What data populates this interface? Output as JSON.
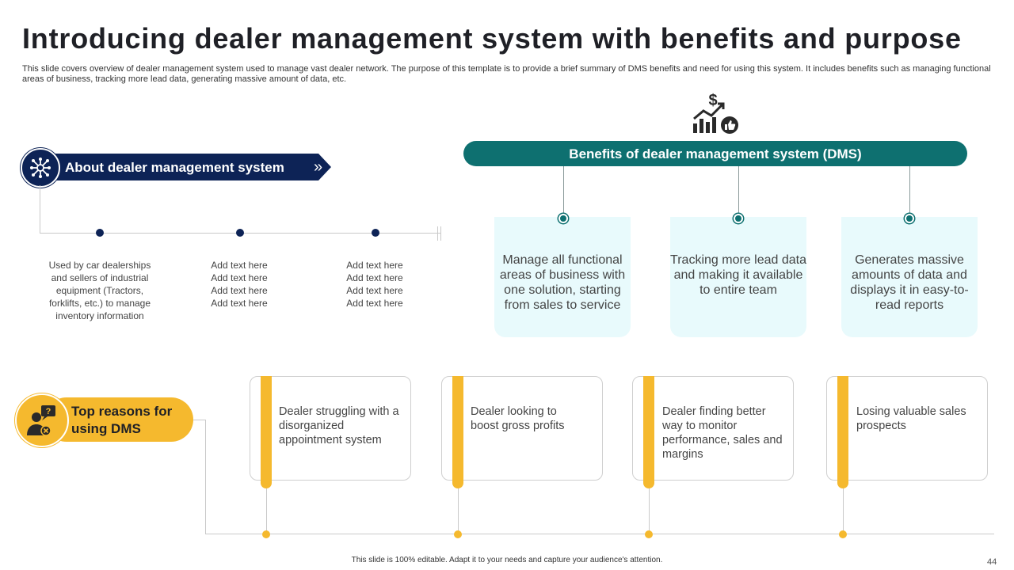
{
  "header": {
    "title": "Introducing dealer management system with benefits and purpose",
    "subtitle": "This slide covers overview of dealer management system used to manage vast dealer network. The purpose of this template is to provide a brief summary of DMS benefits and need for using this system. It includes benefits such as managing functional areas of business, tracking more lead data, generating massive amount of data, etc."
  },
  "about": {
    "label": "About dealer management system",
    "chevron": "»",
    "icon": "network-hub-icon",
    "items": [
      "Used by car dealerships and sellers of industrial equipment (Tractors, forklifts, etc.) to manage inventory information",
      "Add text here Add text here Add text here Add text here",
      "Add text here Add text here Add text here Add text here"
    ]
  },
  "benefits": {
    "label": "Benefits of dealer management system (DMS)",
    "icon": "dollar-growth-chart-icon",
    "items": [
      "Manage all functional areas of business with one solution, starting from sales to service",
      "Tracking more lead data and making it available to entire team",
      "Generates massive amounts of data and displays it in easy-to-read reports"
    ]
  },
  "reasons": {
    "label": "Top reasons for using DMS",
    "icon": "person-question-icon",
    "items": [
      "Dealer struggling with a disorganized appointment system",
      "Dealer looking to boost gross profits",
      "Dealer finding better way to monitor performance, sales and margins",
      "Losing valuable sales prospects"
    ]
  },
  "footer": {
    "note": "This slide is 100% editable. Adapt it to your needs and capture your audience's attention.",
    "page": "44"
  },
  "colors": {
    "navy": "#0d2356",
    "teal": "#0e7070",
    "light_teal": "#e8fafc",
    "yellow": "#f5b92e"
  }
}
